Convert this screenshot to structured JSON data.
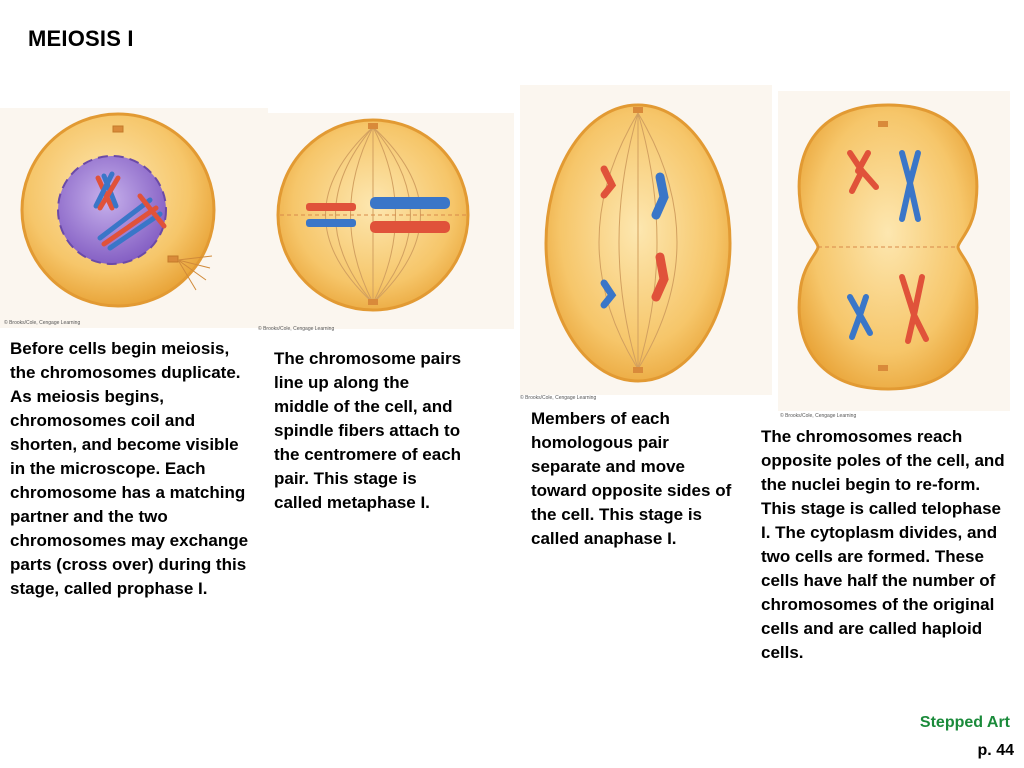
{
  "title": "MEIOSIS I",
  "credit": "© Brooks/Cole, Cengage Learning",
  "stages": [
    {
      "caption": "Before cells begin meiosis, the chromosomes duplicate. As meiosis begins, chromosomes coil and shorten, and become visible in the microscope. Each chromosome has a matching partner and the two chromosomes may exchange parts (cross over) during this stage, called prophase I."
    },
    {
      "caption": "The chromosome pairs line up along the middle of the cell, and spindle fibers attach to the centromere of each pair. This stage is called metaphase I."
    },
    {
      "caption": "Members of each homologous pair separate and move toward opposite sides of the cell. This stage is called anaphase I."
    },
    {
      "caption": "The chromosomes reach opposite poles of the cell, and the nuclei begin to re-form. This stage is called telophase I. The cytoplasm divides, and two cells are formed. These cells have half the number of chromosomes of the original cells and are called haploid cells."
    }
  ],
  "footer": {
    "stepped_art": "Stepped Art",
    "page": "p. 44"
  },
  "colors": {
    "cell_fill": "#f6c66a",
    "cell_rim": "#e9a53a",
    "nucleus": "#9c7ad0",
    "chromosome_red": "#e0523a",
    "chromosome_blue": "#3a76c8",
    "text_accent": "#1a8a3a"
  }
}
